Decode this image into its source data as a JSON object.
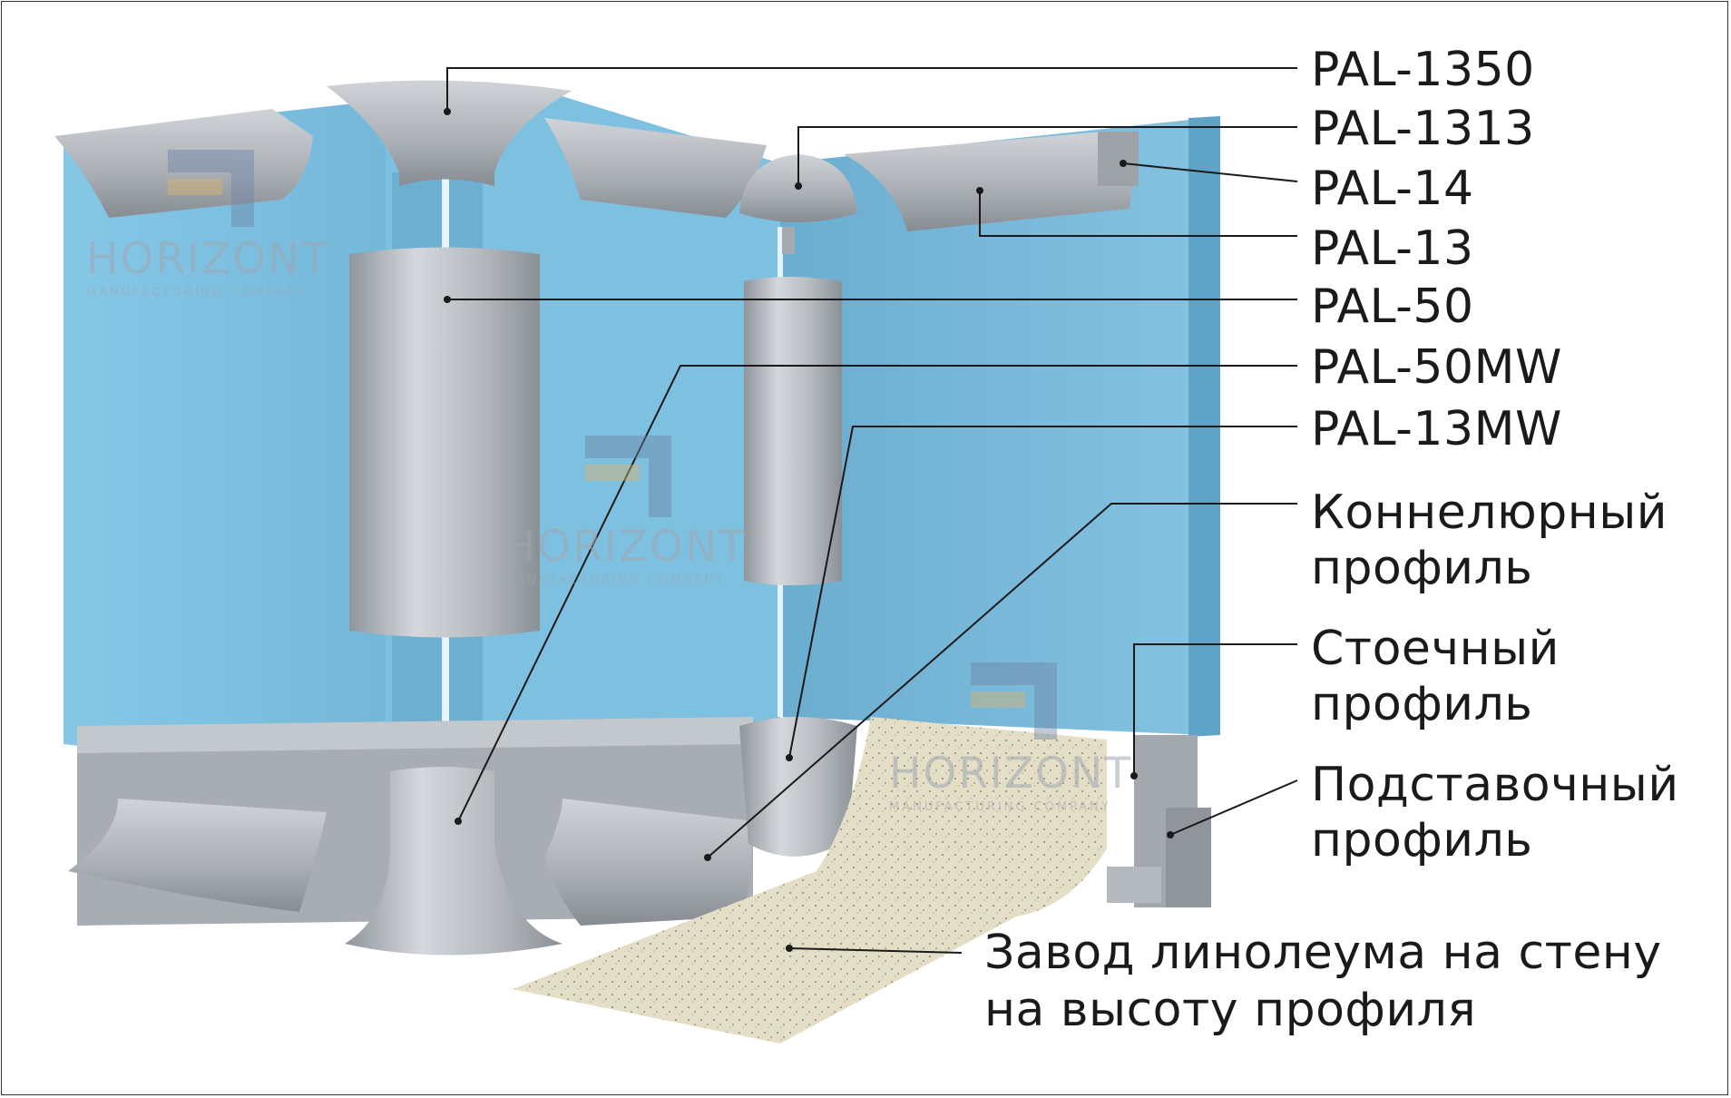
{
  "watermark": {
    "brand": "HORIZONT",
    "tagline": "MANUFACTURING COMPANY"
  },
  "labels": [
    {
      "id": "pal-1350",
      "lines": [
        "PAL-1350"
      ]
    },
    {
      "id": "pal-1313",
      "lines": [
        "PAL-1313"
      ]
    },
    {
      "id": "pal-14",
      "lines": [
        "PAL-14"
      ]
    },
    {
      "id": "pal-13",
      "lines": [
        "PAL-13"
      ]
    },
    {
      "id": "pal-50",
      "lines": [
        "PAL-50"
      ]
    },
    {
      "id": "pal-50mw",
      "lines": [
        "PAL-50MW"
      ]
    },
    {
      "id": "pal-13mw",
      "lines": [
        "PAL-13MW"
      ]
    },
    {
      "id": "cornice-profile",
      "lines": [
        "Коннелюрный",
        "профиль"
      ]
    },
    {
      "id": "drain-profile",
      "lines": [
        "Стоечный",
        "профиль"
      ]
    },
    {
      "id": "support-profile",
      "lines": [
        "Подставочный",
        "профиль"
      ]
    },
    {
      "id": "linoleum-note",
      "lines": [
        "Завод линолеума на стену",
        "на высоту профиля"
      ]
    }
  ],
  "colors": {
    "panel": "#7fc2e2",
    "panel_dark": "#6aaed3",
    "metal": "#b9bec3",
    "metal_dark": "#8e9399",
    "linoleum": "#e6e0c8"
  }
}
